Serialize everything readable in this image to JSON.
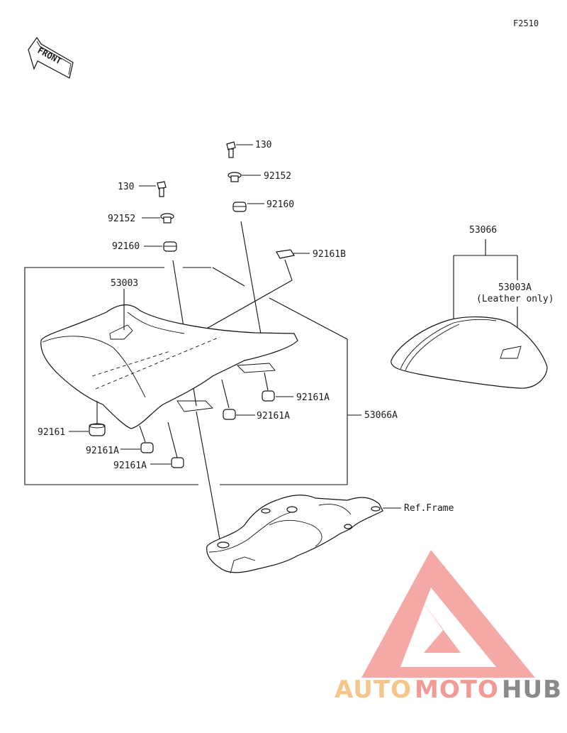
{
  "figure_code": "F2510",
  "front_label": "FRONT",
  "labels": {
    "bolt_upper": "130",
    "washer_upper": "92152",
    "grommet_upper": "92160",
    "bolt_left": "130",
    "washer_left": "92152",
    "grommet_left": "92160",
    "stopper_b": "92161B",
    "seat_pad": "53003",
    "seat_assembly": "53066A",
    "damper_a_1": "92161A",
    "damper_a_2": "92161A",
    "damper_a_3": "92161A",
    "damper_a_4": "92161A",
    "damper": "92161",
    "rear_seat": "53066",
    "rear_pad": "53003A",
    "rear_pad_note": "(Leather only)",
    "frame_ref": "Ref.Frame"
  },
  "watermark": {
    "part1": "AUTO",
    "part2": "MOTO",
    "part3": "HUB",
    "colors": {
      "auto": "#f5c58a",
      "moto": "#f29a96",
      "hub": "#8a8a8a",
      "triangle": "#f29a96"
    }
  }
}
